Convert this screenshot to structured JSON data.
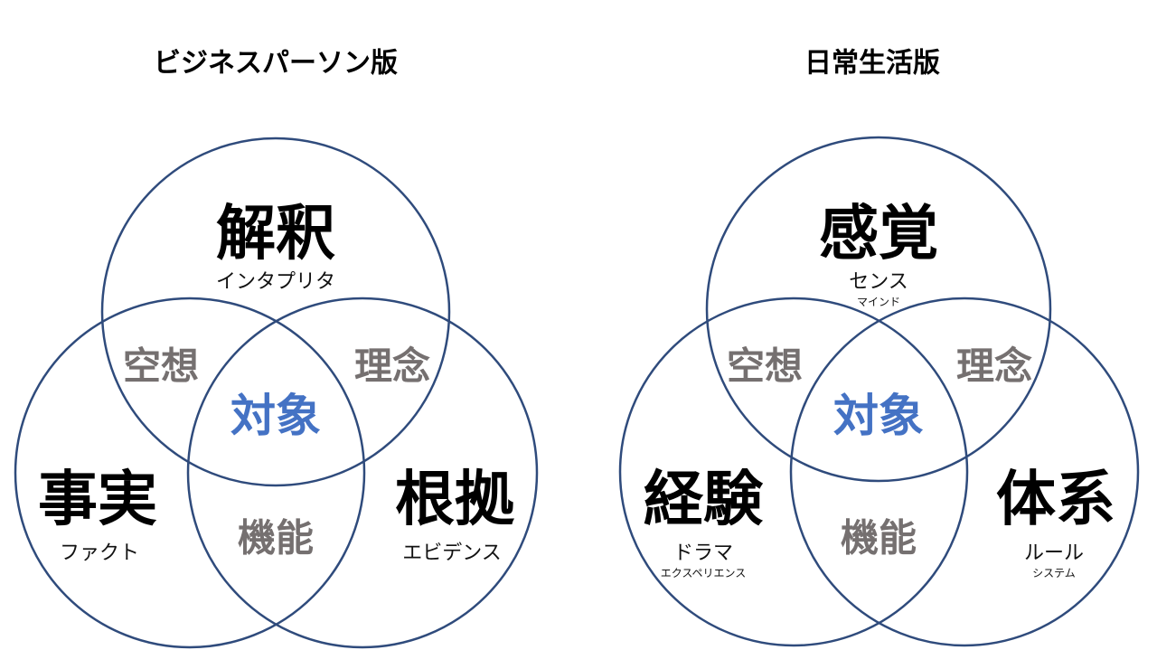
{
  "colors": {
    "circle": "#2f4b7c",
    "core": "#4472c4",
    "overlap": "#757070"
  },
  "business": {
    "title": "ビジネスパーソン版",
    "top": {
      "label": "解釈",
      "reading": "インタプリタ"
    },
    "left": {
      "label": "事実",
      "reading": "ファクト"
    },
    "right": {
      "label": "根拠",
      "reading": "エビデンス"
    },
    "top_left": "空想",
    "top_right": "理念",
    "bottom": "機能",
    "center": "対象"
  },
  "daily": {
    "title": "日常生活版",
    "top": {
      "label": "感覚",
      "reading": "センス",
      "note": "マインド"
    },
    "left": {
      "label": "経験",
      "reading": "ドラマ",
      "note": "エクスペリエンス"
    },
    "right": {
      "label": "体系",
      "reading": "ルール",
      "note": "システム"
    },
    "top_left": "空想",
    "top_right": "理念",
    "bottom": "機能",
    "center": "対象"
  }
}
